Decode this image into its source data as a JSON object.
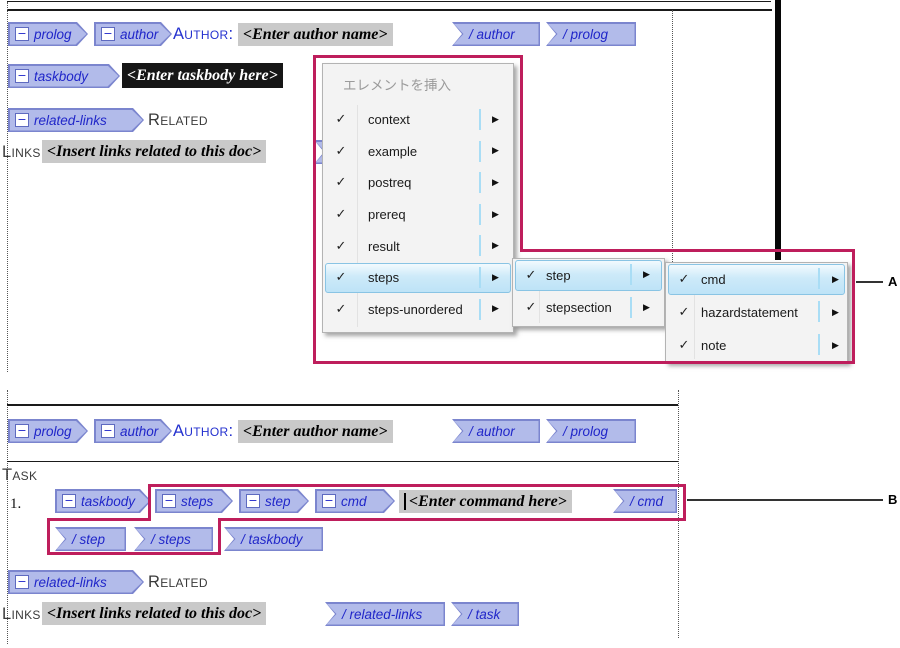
{
  "icons": {
    "check": "✓",
    "submenu_arrow": "▶",
    "collapse": "−"
  },
  "labels": {
    "callout_a": "A",
    "callout_b": "B"
  },
  "colors": {
    "highlight_border": "#BE1E5C",
    "tag_fill": "#B2BBEA",
    "tag_border": "#7B85CE",
    "placeholder_bg": "#C9C9C9",
    "selection_bg": "#161616",
    "menu_hover": "#BEE3F7"
  },
  "menu": {
    "title": "エレメントを挿入",
    "items": [
      {
        "label": "context"
      },
      {
        "label": "example"
      },
      {
        "label": "postreq"
      },
      {
        "label": "prereq"
      },
      {
        "label": "result"
      },
      {
        "label": "steps"
      },
      {
        "label": "steps-unordered"
      }
    ],
    "steps_submenu": [
      {
        "label": "step"
      },
      {
        "label": "stepsection"
      }
    ],
    "step_submenu": [
      {
        "label": "cmd"
      },
      {
        "label": "hazardstatement"
      },
      {
        "label": "note"
      }
    ]
  },
  "top_doc": {
    "prolog_open": "prolog",
    "author_open": "author",
    "author_label": "Author:",
    "author_placeholder": "<Enter author name>",
    "author_close": "/ author",
    "prolog_close": "/ prolog",
    "taskbody_open": "taskbody",
    "taskbody_placeholder": "<Enter taskbody here>",
    "relatedlinks_open": "related-links",
    "related_word": "Related",
    "links_word": "Links:",
    "links_placeholder": "<Insert links related to this doc>"
  },
  "bottom_doc": {
    "prolog_open": "prolog",
    "author_open": "author",
    "author_label": "Author:",
    "author_placeholder": "<Enter author name>",
    "author_close": "/ author",
    "prolog_close": "/ prolog",
    "task_heading": "Task",
    "step_number": "1.",
    "taskbody_open": "taskbody",
    "steps_open": "steps",
    "step_open": "step",
    "cmd_open": "cmd",
    "cmd_placeholder": "<Enter command here>",
    "cmd_close": "/ cmd",
    "step_close": "/ step",
    "steps_close": "/ steps",
    "taskbody_close": "/ taskbody",
    "relatedlinks_open": "related-links",
    "related_word": "Related",
    "links_word": "Links:",
    "links_placeholder": "<Insert links related to this doc>",
    "relatedlinks_close": "/ related-links",
    "task_close": "/ task"
  }
}
